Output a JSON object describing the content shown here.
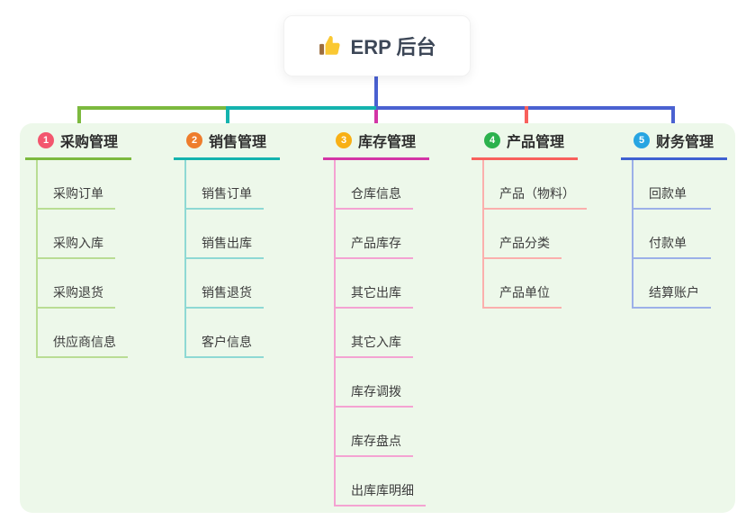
{
  "root": {
    "label": "ERP 后台",
    "icon": "thumbs-up",
    "trunk_color": "#4a61d1"
  },
  "branches": [
    {
      "number": "1",
      "title": "采购管理",
      "line_color": "#7cb93e",
      "light_color": "#b9dd94",
      "badge_color": "#f3566e",
      "children": [
        "采购订单",
        "采购入库",
        "采购退货",
        "供应商信息"
      ]
    },
    {
      "number": "2",
      "title": "销售管理",
      "line_color": "#14b3ae",
      "light_color": "#8ed9d4",
      "badge_color": "#ee7d2c",
      "children": [
        "销售订单",
        "销售出库",
        "销售退货",
        "客户信息"
      ]
    },
    {
      "number": "3",
      "title": "库存管理",
      "line_color": "#d335a6",
      "light_color": "#f4a3d2",
      "badge_color": "#f8b015",
      "children": [
        "仓库信息",
        "产品库存",
        "其它出库",
        "其它入库",
        "库存调拨",
        "库存盘点",
        "出库库明细"
      ]
    },
    {
      "number": "4",
      "title": "产品管理",
      "line_color": "#f8605c",
      "light_color": "#fbafad",
      "badge_color": "#2cb24d",
      "children": [
        "产品（物料）",
        "产品分类",
        "产品单位"
      ]
    },
    {
      "number": "5",
      "title": "财务管理",
      "line_color": "#3f60d1",
      "light_color": "#9cb0e8",
      "badge_color": "#27a5e2",
      "children": [
        "回款单",
        "付款单",
        "结算账户"
      ]
    }
  ],
  "panel_color": "#edf8ea"
}
